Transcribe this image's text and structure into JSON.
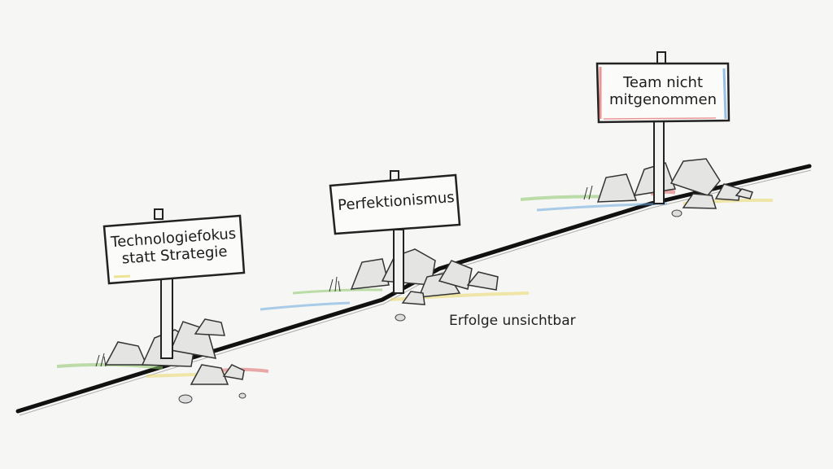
{
  "signs": [
    {
      "line1": "Technologiefokus",
      "line2": "statt Strategie"
    },
    {
      "line1": "Perfektionismus"
    },
    {
      "line1": "Team nicht",
      "line2": "mitgenommen"
    }
  ],
  "annotation": "Erfolge unsichtbar",
  "colors": {
    "paper": "#f6f6f4",
    "ink": "#1c1c1c",
    "accent_red": "#e06a6a",
    "accent_blue": "#6aa8e0",
    "accent_green": "#8cc56a",
    "accent_yellow": "#e8d86a"
  }
}
